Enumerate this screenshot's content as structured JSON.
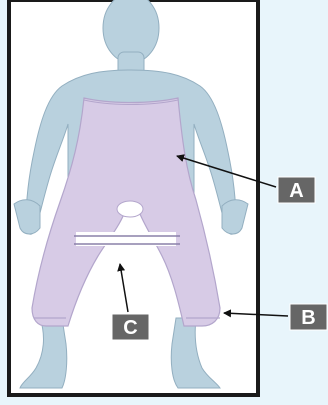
{
  "labels": {
    "a": "A",
    "b": "B",
    "c": "C"
  },
  "colors": {
    "background": "#e8f5fb",
    "frame": "#1a1a1a",
    "skin": "#b9d1de",
    "garment": "#d7cbe6",
    "garment_edge": "#b3a6cc",
    "label_box": "#666666",
    "label_text": "#ffffff",
    "arrow": "#111111"
  }
}
